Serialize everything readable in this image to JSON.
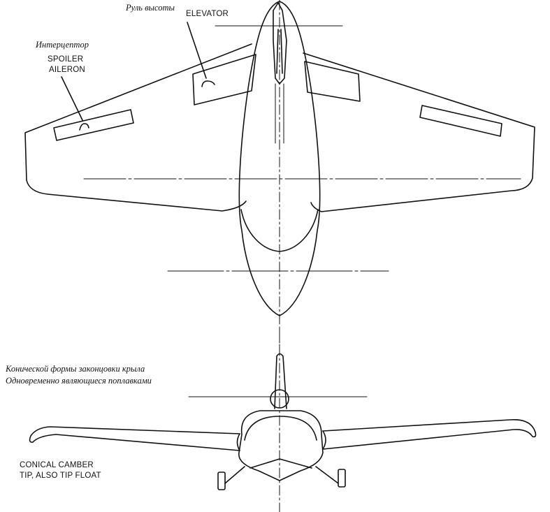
{
  "labels": {
    "elevator_ru": "Руль высоты",
    "elevator_en": "ELEVATOR",
    "spoiler_ru": "Интерцептор",
    "spoiler_en_line1": "SPOILER",
    "spoiler_en_line2": "AILERON",
    "tip_ru_line1": "Конической формы законцовки крыла",
    "tip_ru_line2": "Одновременно являющиеся поплавками",
    "tip_en_line1": "CONICAL CAMBER",
    "tip_en_line2": "TIP, ALSO TIP FLOAT"
  }
}
